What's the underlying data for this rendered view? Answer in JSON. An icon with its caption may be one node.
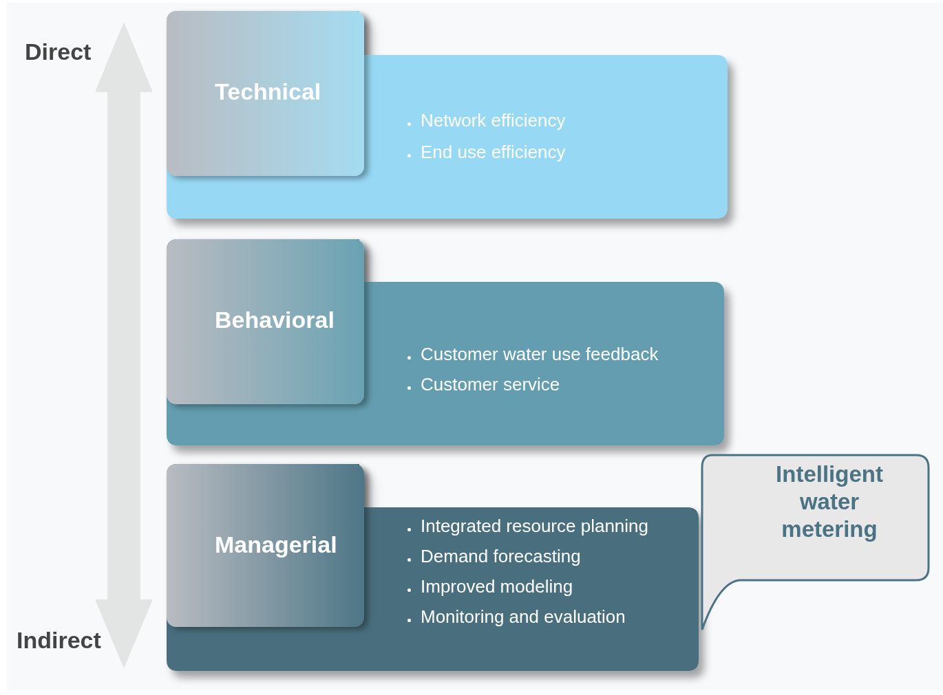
{
  "diagram": {
    "nodes": [
      {
        "text": [
          "Network efficiency",
          "End use efficiency"
        ]
      },
      {
        "text": [
          "Technical"
        ],
        "in": 0
      },
      {
        "text": [
          "Customer water use feedback",
          "Customer service"
        ]
      },
      {
        "text": [
          "Behavioral"
        ],
        "in": 2
      },
      {
        "text": [
          "Integrated resource planning",
          "Demand forecasting",
          "Improved modeling",
          "Monitoring and evaluation"
        ]
      },
      {
        "text": [
          "Managerial"
        ],
        "in": 4
      },
      {
        "text": [
          "Intelligent water metering"
        ]
      }
    ],
    "labels": [
      "Direct",
      "Indirect"
    ]
  }
}
